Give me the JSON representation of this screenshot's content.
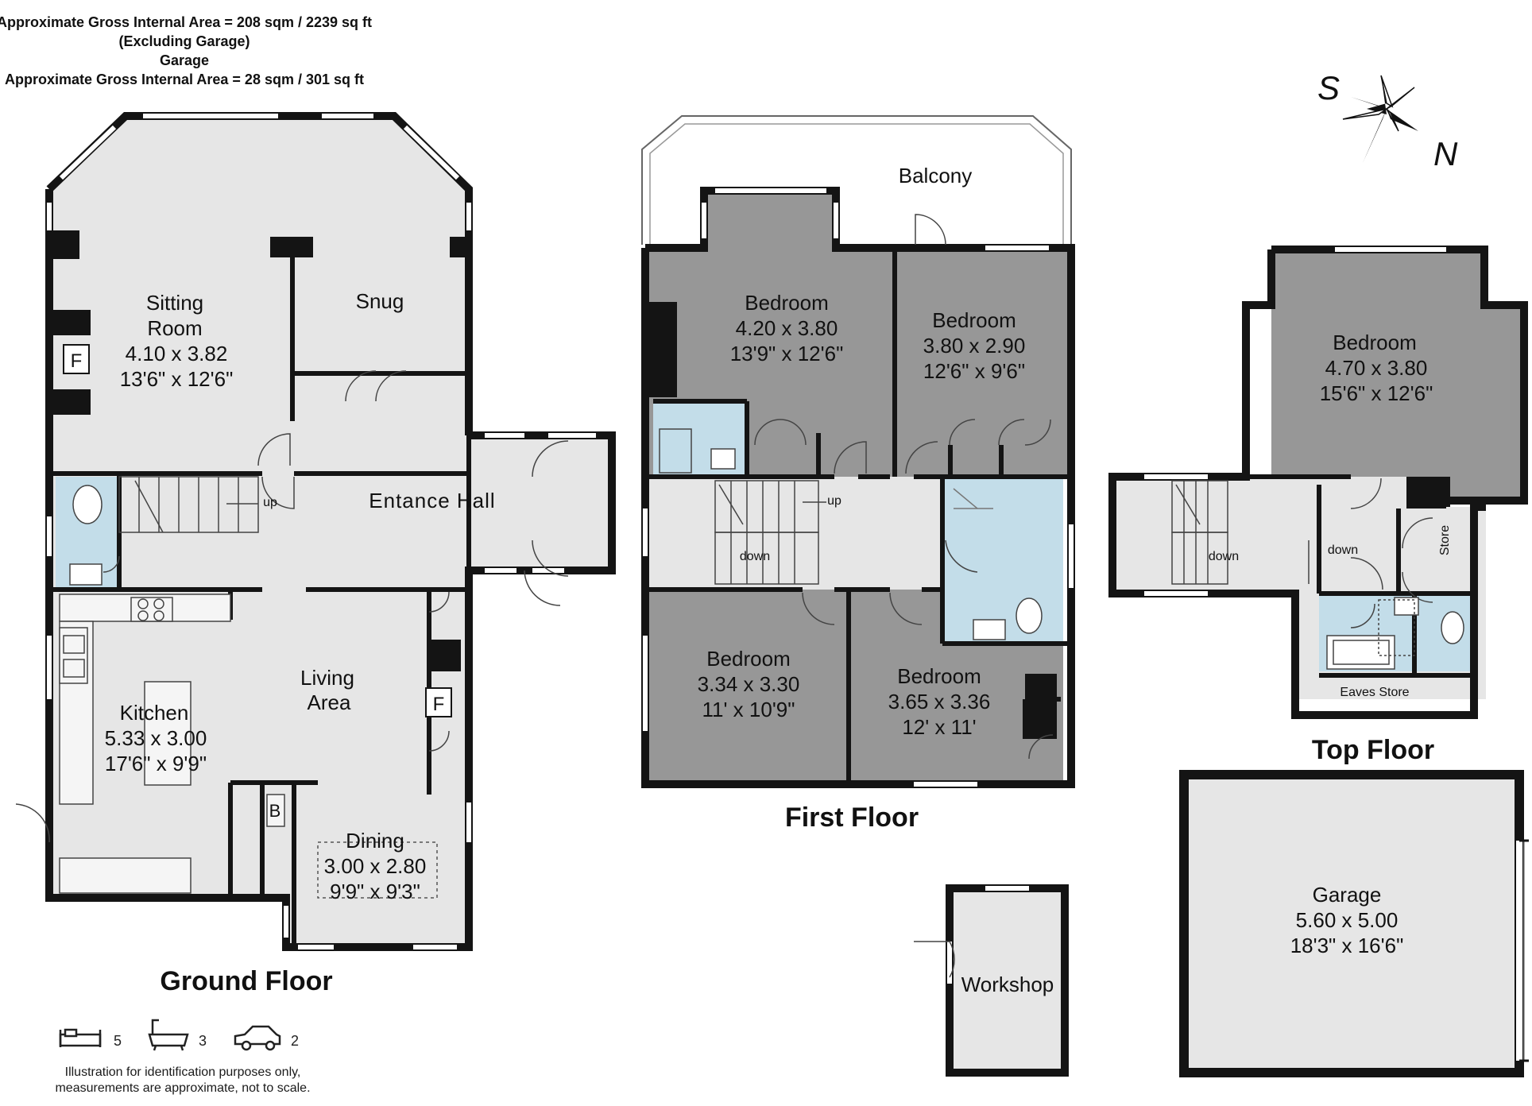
{
  "header": {
    "line1": "Approximate Gross Internal Area  =  208 sqm / 2239 sq ft",
    "line2": "(Excluding Garage)",
    "line3": "Garage",
    "line4": "Approximate Gross Internal Area  =  28 sqm / 301 sq ft"
  },
  "compass": {
    "s": "S",
    "n": "N"
  },
  "floors": {
    "ground": "Ground Floor",
    "first": "First Floor",
    "top": "Top Floor"
  },
  "ground": {
    "sitting_name1": "Sitting",
    "sitting_name2": "Room",
    "sitting_metric": "4.10 x 3.82",
    "sitting_imperial": "13'6\" x 12'6\"",
    "fireplace": "F",
    "snug": "Snug",
    "hall": "Entance Hall",
    "up": "up",
    "living1": "Living",
    "living2": "Area",
    "kitchen": "Kitchen",
    "kitchen_metric": "5.33 x 3.00",
    "kitchen_imperial": "17'6\" x 9'9\"",
    "boiler": "B",
    "dining": "Dining",
    "dining_metric": "3.00 x 2.80",
    "dining_imperial": "9'9\" x 9'3\""
  },
  "first": {
    "balcony": "Balcony",
    "bed1": "Bedroom",
    "bed1_metric": "4.20 x 3.80",
    "bed1_imperial": "13'9\" x 12'6\"",
    "bed2": "Bedroom",
    "bed2_metric": "3.80 x 2.90",
    "bed2_imperial": "12'6\" x 9'6\"",
    "bed3": "Bedroom",
    "bed3_metric": "3.34 x 3.30",
    "bed3_imperial": "11' x 10'9\"",
    "bed4": "Bedroom",
    "bed4_metric": "3.65 x 3.36",
    "bed4_imperial": "12' x 11'",
    "up": "up",
    "down": "down"
  },
  "top": {
    "bed": "Bedroom",
    "bed_metric": "4.70 x 3.80",
    "bed_imperial": "15'6\" x 12'6\"",
    "down1": "down",
    "down2": "down",
    "store": "Store",
    "eaves": "Eaves Store"
  },
  "workshop": "Workshop",
  "garage": {
    "name": "Garage",
    "metric": "5.60 x 5.00",
    "imperial": "18'3\" x 16'6\""
  },
  "legend": {
    "beds": "5",
    "baths": "3",
    "cars": "2"
  },
  "disclaimer1": "Illustration for identification purposes only,",
  "disclaimer2": "measurements are approximate, not to scale.",
  "colors": {
    "wall": "#141414",
    "light_floor": "#e6e6e6",
    "dark_floor": "#979797",
    "bathroom": "#c3dde9"
  }
}
